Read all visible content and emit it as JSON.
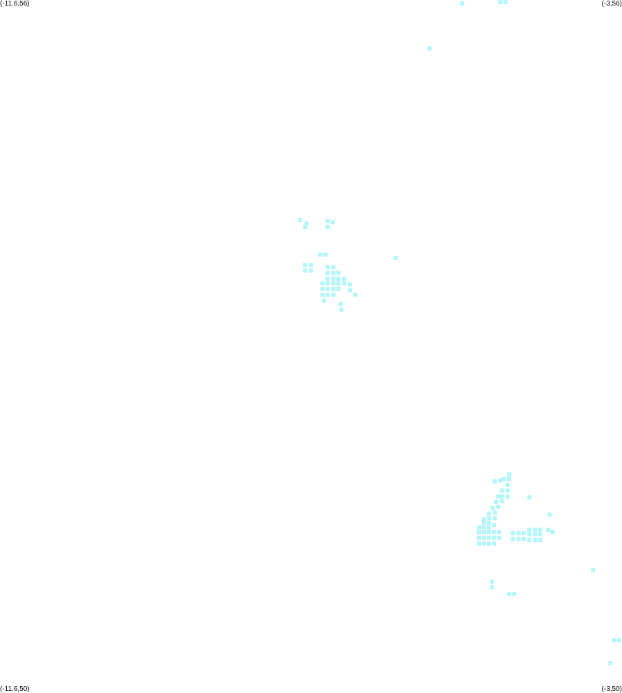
{
  "map": {
    "bounds": {
      "lon_min": -11.6,
      "lon_max": -3,
      "lat_min": 50,
      "lat_max": 56
    },
    "cell_color": "#b3f6f9",
    "corner_labels": {
      "top_left": "(-11.6,56)",
      "top_right": "(-3,56)",
      "bottom_left": "(-11.6,50)",
      "bottom_right": "(-3,50)"
    },
    "cells": [
      [
        -5.21,
        55.97
      ],
      [
        -4.68,
        55.99
      ],
      [
        -4.61,
        55.99
      ],
      [
        -5.66,
        55.58
      ],
      [
        -7.45,
        54.09
      ],
      [
        -7.36,
        54.06
      ],
      [
        -7.38,
        54.03
      ],
      [
        -7.07,
        54.08
      ],
      [
        -7.0,
        54.07
      ],
      [
        -7.07,
        54.03
      ],
      [
        -7.17,
        53.79
      ],
      [
        -7.1,
        53.79
      ],
      [
        -6.13,
        53.76
      ],
      [
        -7.38,
        53.7
      ],
      [
        -7.3,
        53.7
      ],
      [
        -7.38,
        53.65
      ],
      [
        -7.3,
        53.65
      ],
      [
        -7.07,
        53.68
      ],
      [
        -6.99,
        53.68
      ],
      [
        -7.07,
        53.63
      ],
      [
        -6.99,
        53.63
      ],
      [
        -6.92,
        53.63
      ],
      [
        -7.07,
        53.58
      ],
      [
        -6.99,
        53.58
      ],
      [
        -6.92,
        53.58
      ],
      [
        -6.84,
        53.58
      ],
      [
        -7.14,
        53.54
      ],
      [
        -7.07,
        53.54
      ],
      [
        -6.99,
        53.54
      ],
      [
        -6.92,
        53.54
      ],
      [
        -6.84,
        53.54
      ],
      [
        -7.14,
        53.49
      ],
      [
        -7.07,
        53.49
      ],
      [
        -6.99,
        53.49
      ],
      [
        -6.92,
        53.49
      ],
      [
        -6.76,
        53.53
      ],
      [
        -6.76,
        53.48
      ],
      [
        -7.14,
        53.44
      ],
      [
        -7.07,
        53.44
      ],
      [
        -6.99,
        53.44
      ],
      [
        -6.69,
        53.44
      ],
      [
        -7.12,
        53.39
      ],
      [
        -6.89,
        53.36
      ],
      [
        -6.88,
        53.31
      ],
      [
        -4.56,
        51.88
      ],
      [
        -4.63,
        51.84
      ],
      [
        -4.56,
        51.84
      ],
      [
        -4.68,
        51.83
      ],
      [
        -4.76,
        51.82
      ],
      [
        -4.58,
        51.79
      ],
      [
        -4.58,
        51.74
      ],
      [
        -4.58,
        51.69
      ],
      [
        -4.66,
        51.74
      ],
      [
        -4.66,
        51.69
      ],
      [
        -4.71,
        51.69
      ],
      [
        -4.66,
        51.65
      ],
      [
        -4.74,
        51.64
      ],
      [
        -4.71,
        51.6
      ],
      [
        -4.79,
        51.59
      ],
      [
        -4.76,
        51.55
      ],
      [
        -4.84,
        51.54
      ],
      [
        -4.76,
        51.5
      ],
      [
        -4.84,
        51.5
      ],
      [
        -4.91,
        51.49
      ],
      [
        -4.84,
        51.46
      ],
      [
        -4.91,
        51.46
      ],
      [
        -4.84,
        51.42
      ],
      [
        -4.91,
        51.42
      ],
      [
        -4.98,
        51.42
      ],
      [
        -4.77,
        51.44
      ],
      [
        -4.84,
        51.38
      ],
      [
        -4.77,
        51.38
      ],
      [
        -4.7,
        51.38
      ],
      [
        -4.91,
        51.38
      ],
      [
        -4.98,
        51.38
      ],
      [
        -4.91,
        51.33
      ],
      [
        -4.98,
        51.33
      ],
      [
        -4.84,
        51.33
      ],
      [
        -4.77,
        51.33
      ],
      [
        -4.7,
        51.33
      ],
      [
        -4.98,
        51.28
      ],
      [
        -4.91,
        51.28
      ],
      [
        -4.84,
        51.28
      ],
      [
        -4.77,
        51.28
      ],
      [
        -4.0,
        51.53
      ],
      [
        -4.28,
        51.68
      ],
      [
        -4.02,
        51.4
      ],
      [
        -4.28,
        51.4
      ],
      [
        -4.2,
        51.4
      ],
      [
        -4.13,
        51.4
      ],
      [
        -3.96,
        51.38
      ],
      [
        -4.36,
        51.37
      ],
      [
        -4.43,
        51.37
      ],
      [
        -4.51,
        51.37
      ],
      [
        -4.36,
        51.32
      ],
      [
        -4.43,
        51.32
      ],
      [
        -4.51,
        51.32
      ],
      [
        -4.2,
        51.36
      ],
      [
        -4.13,
        51.36
      ],
      [
        -4.28,
        51.36
      ],
      [
        -4.2,
        51.31
      ],
      [
        -4.13,
        51.31
      ],
      [
        -4.28,
        51.31
      ],
      [
        -3.4,
        51.05
      ],
      [
        -4.8,
        50.95
      ],
      [
        -4.8,
        50.9
      ],
      [
        -4.56,
        50.84
      ],
      [
        -4.49,
        50.84
      ],
      [
        -3.11,
        50.44
      ],
      [
        -3.04,
        50.44
      ],
      [
        -3.16,
        50.24
      ]
    ]
  }
}
